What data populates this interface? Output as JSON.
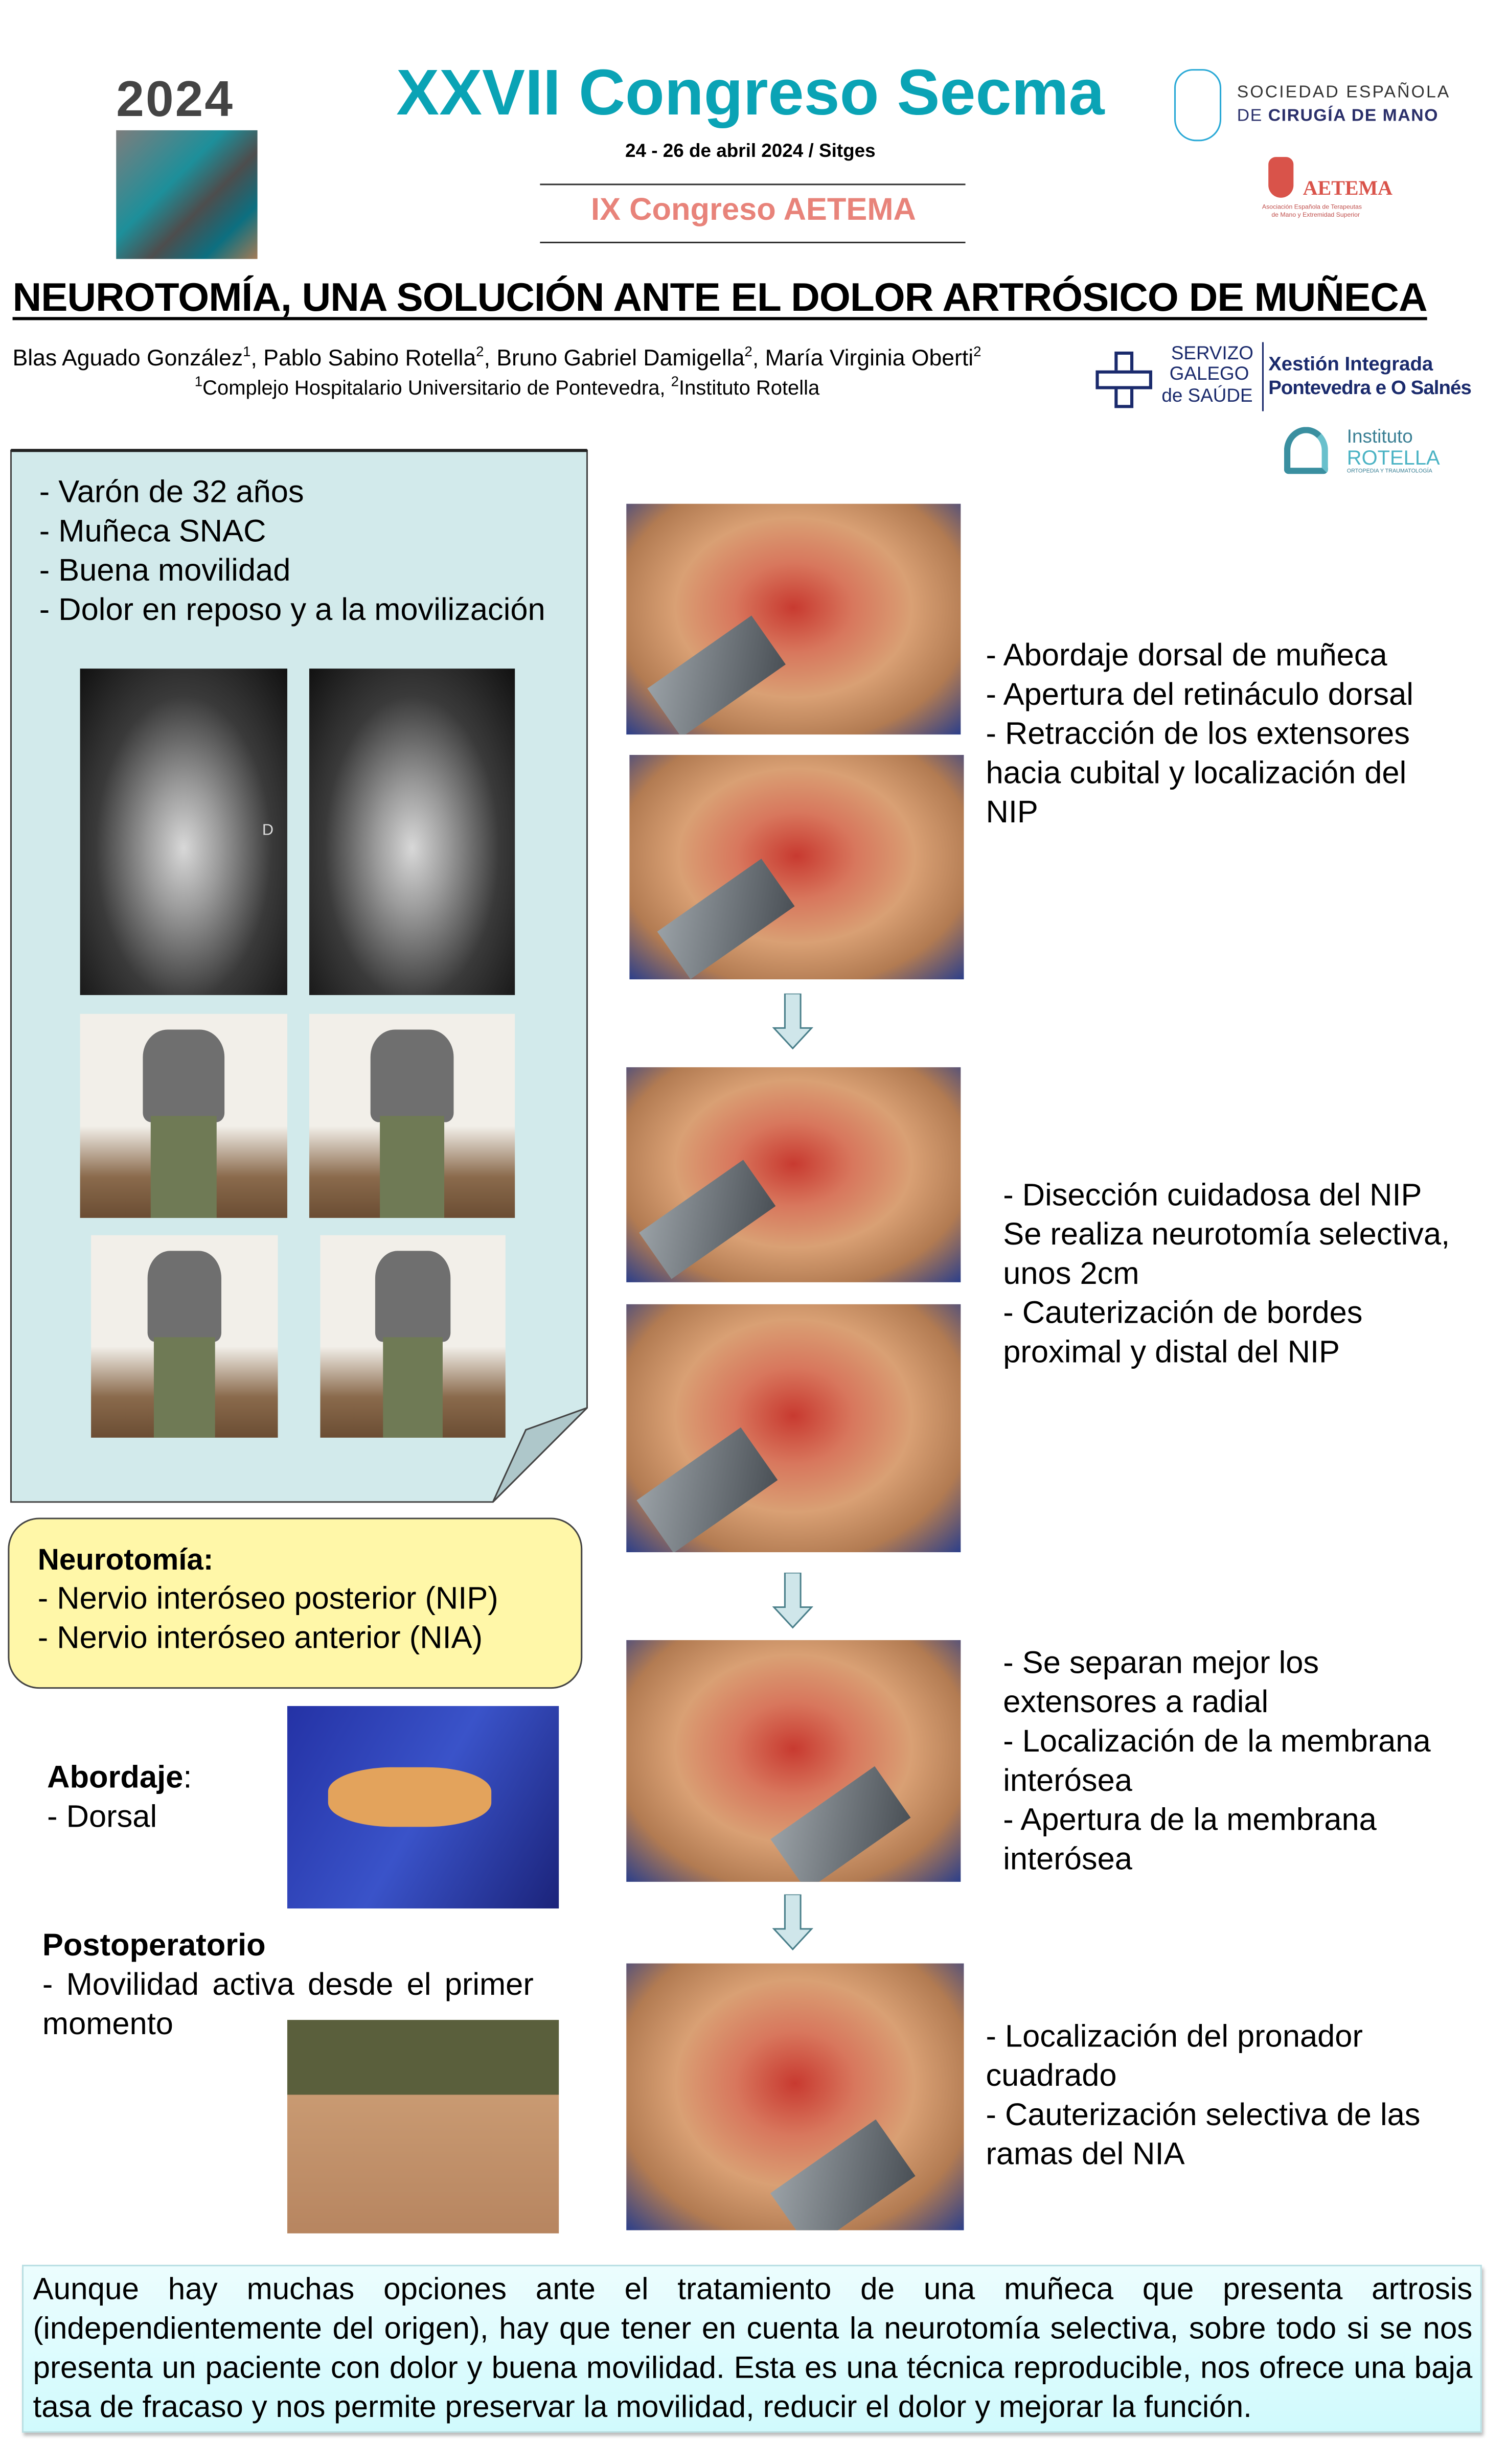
{
  "header": {
    "year_logo": "2024",
    "congress_title": "XXVII Congreso Secma",
    "dates": "24 - 26 de abril 2024 / Sitges",
    "sub_congress": "IX Congreso AETEMA",
    "secma_logo": {
      "line1": "SOCIEDAD ESPAÑOLA",
      "line2_prefix": "DE ",
      "line2_bold": "CIRUGÍA DE MANO"
    },
    "aetema_logo": {
      "name": "AETEMA",
      "subtitle1": "Asociación Española de Terapeutas",
      "subtitle2": "de Mano y Extremidad Superior"
    }
  },
  "title": "NEUROTOMÍA, UNA SOLUCIÓN ANTE EL DOLOR ARTRÓSICO DE MUÑECA",
  "authors": [
    {
      "name": "Blas Aguado González",
      "sup": "1"
    },
    {
      "name": "Pablo Sabino Rotella",
      "sup": "2"
    },
    {
      "name": "Bruno Gabriel Damigella",
      "sup": "2"
    },
    {
      "name": "María Virginia Oberti",
      "sup": "2"
    }
  ],
  "affiliations": [
    {
      "sup": "1",
      "name": "Complejo Hospitalario Universitario de Pontevedra,"
    },
    {
      "sup": "2",
      "name": "Instituto Rotella"
    }
  ],
  "sergas_logo": {
    "l1": "SERVIZO",
    "l2": "GALEGO",
    "l3": "de SAÚDE",
    "r1": "Xestión Integrada",
    "r2": "Pontevedra e O Salnés"
  },
  "rotella_logo": {
    "l1": "Instituto",
    "l2": "ROTELLA",
    "l3": "ORTOPEDIA Y TRAUMATOLOGÍA"
  },
  "case_box": {
    "bullets": [
      "- Varón de 32 años",
      "- Muñeca SNAC",
      "- Buena movilidad",
      "- Dolor en reposo y a la movilización"
    ],
    "xray_marker": "D"
  },
  "neurotomy_box": {
    "heading": "Neurotomía:",
    "items": [
      "- Nervio interóseo posterior (NIP)",
      "- Nervio interóseo anterior (NIA)"
    ]
  },
  "approach": {
    "heading": "Abordaje",
    "colon": ":",
    "item": "- Dorsal"
  },
  "postop": {
    "heading": "Postoperatorio",
    "line1": "- Movilidad activa desde el primer",
    "line2": "momento"
  },
  "steps": [
    {
      "lines": [
        "- Abordaje dorsal de muñeca",
        "- Apertura del retináculo dorsal",
        "- Retracción de los extensores",
        "hacia cubital y localización del",
        "NIP"
      ]
    },
    {
      "lines": [
        "- Disección cuidadosa del NIP",
        "Se realiza neurotomía selectiva,",
        "unos 2cm",
        "- Cauterización de bordes",
        "proximal y distal del NIP"
      ]
    },
    {
      "lines": [
        "- Se separan mejor los",
        "extensores a radial",
        "- Localización de la membrana",
        "interósea",
        "- Apertura de la membrana",
        "interósea"
      ]
    },
    {
      "lines": [
        "- Localización del pronador",
        "cuadrado",
        "- Cauterización selectiva de las",
        "ramas del NIA"
      ]
    }
  ],
  "conclusion": "Aunque hay muchas opciones ante el tratamiento de una muñeca que presenta artrosis (independientemente del origen), hay que tener en cuenta la neurotomía selectiva, sobre todo si se nos presenta un paciente con dolor y buena movilidad. Esta es una técnica reproducible, nos ofrece una baja tasa de fracaso y nos permite preservar la movilidad, reducir el dolor y mejorar la función.",
  "colors": {
    "teal": "#0aa3b5",
    "salmon": "#e8837a",
    "case_bg": "#d2eaeb",
    "yellow": "#fff7a8",
    "conclusion_bg": "#e2fcfd",
    "navy": "#1a2a6c"
  }
}
